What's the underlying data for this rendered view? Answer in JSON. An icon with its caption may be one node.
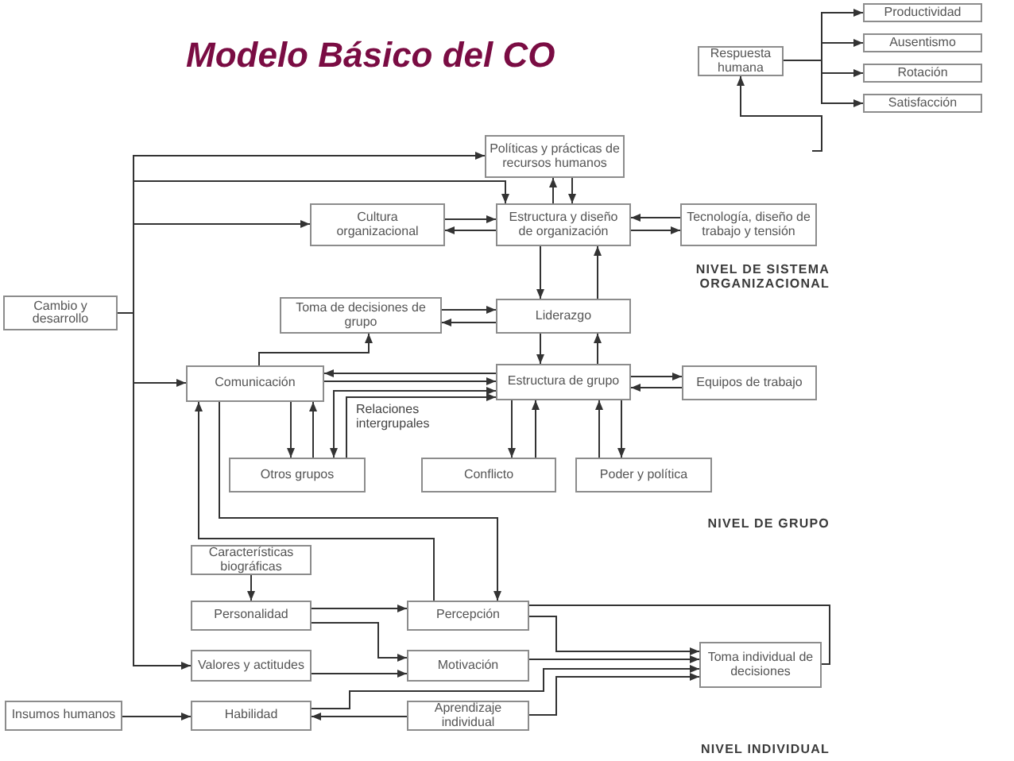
{
  "diagram": {
    "title": "Modelo Básico del CO",
    "nodes": [
      {
        "text": [
          "Respuesta humana"
        ]
      },
      {
        "text": [
          "Productividad"
        ]
      },
      {
        "text": [
          "Ausentismo"
        ]
      },
      {
        "text": [
          "Rotación"
        ]
      },
      {
        "text": [
          "Satisfacción"
        ]
      },
      {
        "text": [
          "Políticas y prácticas de recursos humanos"
        ]
      },
      {
        "text": [
          "Cultura organizacional"
        ]
      },
      {
        "text": [
          "Estructura y diseño de organización"
        ]
      },
      {
        "text": [
          "Tecnología, diseño de trabajo y tensión"
        ]
      },
      {
        "text": [
          "Cambio y desarrollo"
        ]
      },
      {
        "text": [
          "Toma de decisiones de grupo"
        ]
      },
      {
        "text": [
          "Liderazgo"
        ]
      },
      {
        "text": [
          "Comunicación"
        ]
      },
      {
        "text": [
          "Estructura de grupo"
        ]
      },
      {
        "text": [
          "Equipos de trabajo"
        ]
      },
      {
        "text": [
          "Otros grupos"
        ]
      },
      {
        "text": [
          "Conflicto"
        ]
      },
      {
        "text": [
          "Poder y política"
        ]
      },
      {
        "text": [
          "Características biográficas"
        ]
      },
      {
        "text": [
          "Personalidad"
        ]
      },
      {
        "text": [
          "Valores y actitudes"
        ]
      },
      {
        "text": [
          "Percepción"
        ]
      },
      {
        "text": [
          "Motivación"
        ]
      },
      {
        "text": [
          "Insumos humanos"
        ]
      },
      {
        "text": [
          "Habilidad"
        ]
      },
      {
        "text": [
          "Aprendizaje individual"
        ]
      },
      {
        "text": [
          "Toma individual de decisiones"
        ]
      }
    ],
    "edges": [
      {
        "from": 0,
        "to": 1,
        "arrow": "to"
      },
      {
        "from": 0,
        "to": 2,
        "arrow": "to"
      },
      {
        "from": 0,
        "to": 3,
        "arrow": "to"
      },
      {
        "from": 0,
        "to": 4,
        "arrow": "to"
      },
      {
        "from": null,
        "to": 0,
        "arrow": "to"
      },
      {
        "from": 9,
        "to": 5,
        "arrow": "to"
      },
      {
        "from": 9,
        "to": 7,
        "arrow": "to"
      },
      {
        "from": 9,
        "to": 6,
        "arrow": "to"
      },
      {
        "from": 9,
        "to": 12,
        "arrow": "to"
      },
      {
        "from": 9,
        "to": 20,
        "arrow": "to"
      },
      {
        "from": 5,
        "to": 7,
        "arrow": "to"
      },
      {
        "from": 7,
        "to": 5,
        "arrow": "to"
      },
      {
        "from": 6,
        "to": 7,
        "arrow": "to"
      },
      {
        "from": 7,
        "to": 6,
        "arrow": "to"
      },
      {
        "from": 8,
        "to": 7,
        "arrow": "to"
      },
      {
        "from": 7,
        "to": 8,
        "arrow": "to"
      },
      {
        "from": 7,
        "to": 11,
        "arrow": "to"
      },
      {
        "from": 11,
        "to": 7,
        "arrow": "to"
      },
      {
        "from": 11,
        "to": 10,
        "arrow": "to"
      },
      {
        "from": 10,
        "to": 11,
        "arrow": "to"
      },
      {
        "from": 11,
        "to": 13,
        "arrow": "to"
      },
      {
        "from": 13,
        "to": 11,
        "arrow": "to"
      },
      {
        "from": 12,
        "to": 10,
        "arrow": "to"
      },
      {
        "from": 13,
        "to": 12,
        "arrow": "to"
      },
      {
        "from": 12,
        "to": 13,
        "arrow": "to"
      },
      {
        "from": 13,
        "to": 15,
        "arrow": "both"
      },
      {
        "from": 15,
        "to": 13,
        "arrow": "to"
      },
      {
        "from": 12,
        "to": 15,
        "arrow": "to"
      },
      {
        "from": 15,
        "to": 12,
        "arrow": "to"
      },
      {
        "from": 13,
        "to": 14,
        "arrow": "to"
      },
      {
        "from": 14,
        "to": 13,
        "arrow": "to"
      },
      {
        "from": 13,
        "to": 16,
        "arrow": "to"
      },
      {
        "from": 16,
        "to": 13,
        "arrow": "to"
      },
      {
        "from": 17,
        "to": 13,
        "arrow": "to"
      },
      {
        "from": 13,
        "to": 17,
        "arrow": "to"
      },
      {
        "from": 21,
        "to": 12,
        "arrow": "to"
      },
      {
        "from": 12,
        "to": 21,
        "arrow": "to"
      },
      {
        "from": 18,
        "to": 19,
        "arrow": "to"
      },
      {
        "from": 19,
        "to": 21,
        "arrow": "to"
      },
      {
        "from": 19,
        "to": 22,
        "arrow": "to"
      },
      {
        "from": 20,
        "to": 22,
        "arrow": "to"
      },
      {
        "from": 23,
        "to": 24,
        "arrow": "to"
      },
      {
        "from": 25,
        "to": 24,
        "arrow": "to"
      },
      {
        "from": 24,
        "to": 26,
        "arrow": "to"
      },
      {
        "from": 21,
        "to": 26,
        "arrow": "to"
      },
      {
        "from": 22,
        "to": 26,
        "arrow": "to"
      },
      {
        "from": 25,
        "to": 26,
        "arrow": "to"
      },
      {
        "from": 26,
        "to": 21,
        "arrow": "none"
      }
    ],
    "labels": [
      "NIVEL DE SISTEMA ORGANIZACIONAL",
      "Relaciones intergrupales",
      "NIVEL DE GRUPO",
      "NIVEL INDIVIDUAL"
    ]
  }
}
